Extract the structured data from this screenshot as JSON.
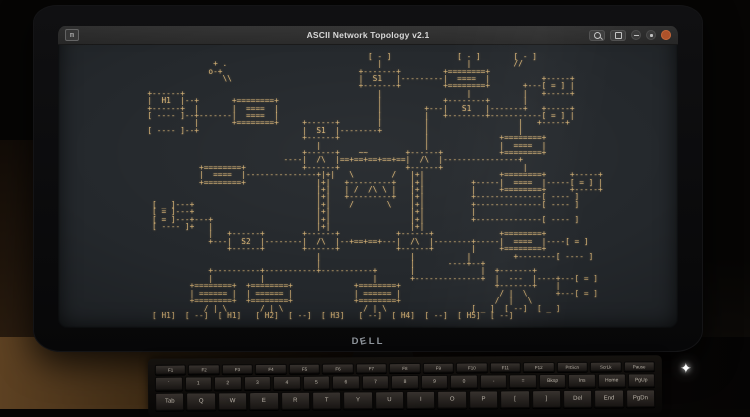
{
  "window": {
    "title": "ASCII Network Topology v2.1",
    "app_icon": "m"
  },
  "screen": {
    "ascii_lines": [
      "                                                  [ - ]              [ - ]       [ - ]",
      "                 + .                                |                  |         //",
      "                o-+                             +-------+         +========+",
      "                   \\\\                           |  S1   |---------|  ====  |           +-----+",
      "                                                +-------+         +========+       +---[ = ] |",
      "   +------+                                         |                  |           |   +-----+",
      "   |  H1  |--+       +========+                     |             +--------+       |",
      "   +------+  |       |  ====  |                     |         +---|   S1   |-------+   +-----+",
      "   [ ---- ]--+-------|  ====  |                     |         |   +--------+-----------[ = ] |",
      "             |       +========+     +------+        |         |                   |   +-----+",
      "   [ ---- ]--+                      |  S1  |--------+         |                   |",
      "                                    +------+                  |               +========+",
      "                                       |                      |               |  ====  |",
      "                                    +------+    ~~        +------+            +========+",
      "                                ----|  /\\  |==+==+==+==+==|  /\\  |----------------+",
      "              +========+            +------+              +------+                 |",
      "              |  ====  |---------------+|+|   \\        /   |+|                +========+     +-----+",
      "              +========+               |+|   +---------+   |+|          +-----|  ====  |-----[ = ] |",
      "                                       |+|   | /  /\\ \\ |   |+|          |     +========+     +-----+",
      "                                       |+|   +---------+   |+|          +--------------[ ---- ]",
      "    [ _ ]---+                          |+|    /       \\    |+|          +--------------[ ---- ]",
      "    [ = ]---+                          |+|                 |+|          |",
      "    [ = ]---+---+                      |+|                 |+|          +--------------[ ---- ]",
      "    [ ---- ]+   |                      |+|                 |+|",
      "                |   +------+        +------+            +------+              +========+",
      "                +---|  S2  |--------|  /\\  |--+==+==+---|  /\\  |--------+-----|  ====  |----[ = ]",
      "                    +------+        +------+            +------+        |     +========+",
      "                                       |                   |           |         +--------[ ---- ]",
      "                                       |                   |       ----+--+",
      "                +----------+-----------+-----------+       |              |  +-------+",
      "                |          |                       |       +--------------+  |  ---  |----+---[ = ]",
      "            +========+  +========+             +========+                    +-------+    |",
      "            | ====== |  | ====== |             | ====== |                     / |  \\      +---[ = ]",
      "            +========+  +========+             +========+                    /  |   \\",
      "               / | \\       / | \\                 / | \\                  [ _ ]  [ --]  [ _ ]",
      "    [ H1]  [ --]  [ H1]   [ H2]  [ --]  [ H3]   [ --]  [ H4]  [ --]  [ H5]  [ --]"
    ]
  },
  "monitor": {
    "brand_letters": [
      "D",
      "E",
      "L",
      "L"
    ]
  },
  "keyboard": {
    "function_row": [
      "F1",
      "F2",
      "F3",
      "F4",
      "F5",
      "F6",
      "F7",
      "F8",
      "F9",
      "F10",
      "F11",
      "F12",
      "PrtScn",
      "ScrLk",
      "Pause"
    ],
    "number_row": [
      "`",
      "1",
      "2",
      "3",
      "4",
      "5",
      "6",
      "7",
      "8",
      "9",
      "0",
      "-",
      "=",
      "Bksp",
      "Ins",
      "Home",
      "PgUp"
    ],
    "letter_row": [
      "Tab",
      "Q",
      "W",
      "E",
      "R",
      "T",
      "Y",
      "U",
      "I",
      "O",
      "P",
      "[",
      "]",
      "Del",
      "End",
      "PgDn"
    ]
  },
  "decor": {
    "sparkle": "✦"
  },
  "colors": {
    "ascii_amber": "#d7b376",
    "screen_bg": "#24282c",
    "titlebar_bg": "#2e2e2e",
    "close_button": "#c05a2e",
    "desk_wood": "#5d4122"
  }
}
